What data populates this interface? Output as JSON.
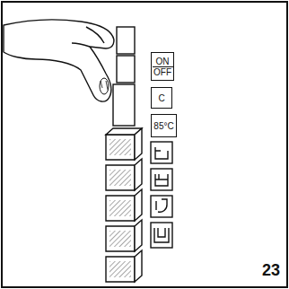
{
  "diagram": {
    "nodes": [
      {
        "text": [
          "ON",
          "OFF"
        ]
      },
      {
        "text": [
          "C"
        ]
      },
      {
        "text": [
          "85°C"
        ]
      }
    ],
    "labels": [
      "23"
    ]
  }
}
